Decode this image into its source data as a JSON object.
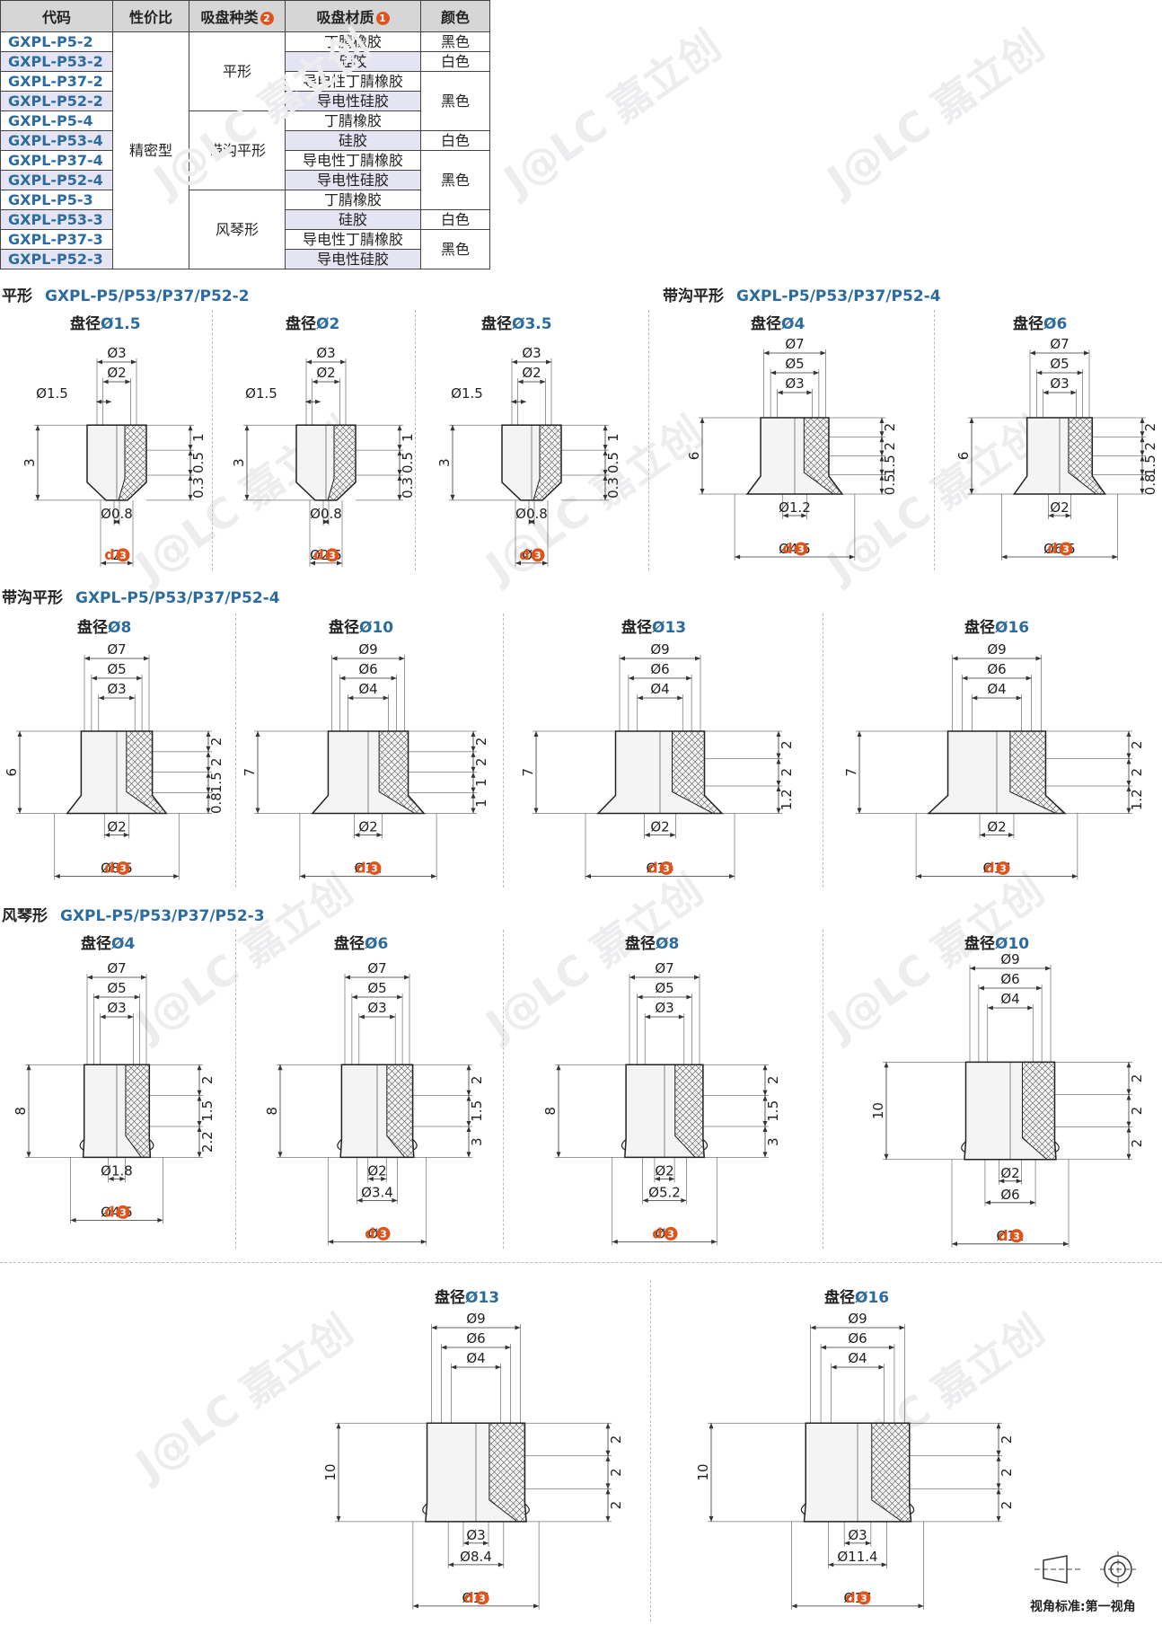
{
  "table": {
    "headers": [
      "代码",
      "性价比",
      "吸盘种类",
      "吸盘材质",
      "颜色"
    ],
    "header_badges": {
      "type": "2",
      "material": "1"
    },
    "rows": [
      {
        "code": "GXPL-P5-2",
        "material": "丁腈橡胶"
      },
      {
        "code": "GXPL-P53-2",
        "material": "硅胶"
      },
      {
        "code": "GXPL-P37-2",
        "material": "导电性丁腈橡胶"
      },
      {
        "code": "GXPL-P52-2",
        "material": "导电性硅胶"
      },
      {
        "code": "GXPL-P5-4",
        "material": "丁腈橡胶"
      },
      {
        "code": "GXPL-P53-4",
        "material": "硅胶"
      },
      {
        "code": "GXPL-P37-4",
        "material": "导电性丁腈橡胶"
      },
      {
        "code": "GXPL-P52-4",
        "material": "导电性硅胶"
      },
      {
        "code": "GXPL-P5-3",
        "material": "丁腈橡胶"
      },
      {
        "code": "GXPL-P53-3",
        "material": "硅胶"
      },
      {
        "code": "GXPL-P37-3",
        "material": "导电性丁腈橡胶"
      },
      {
        "code": "GXPL-P52-3",
        "material": "导电性硅胶"
      }
    ],
    "cost_performance": "精密型",
    "types": [
      "平形",
      "带沟平形",
      "风琴形"
    ],
    "colors": [
      "黑色",
      "白色",
      "黑色",
      "白色",
      "黑色",
      "白色",
      "黑色"
    ]
  },
  "sections": [
    {
      "name": "平形",
      "codes": "GXPL-P5/P53/P37/P52-2"
    },
    {
      "name": "带沟平形",
      "codes": "GXPL-P5/P53/P37/P52-4"
    },
    {
      "name": "带沟平形",
      "codes": "GXPL-P5/P53/P37/P52-4"
    },
    {
      "name": "风琴形",
      "codes": "GXPL-P5/P53/P37/P52-3"
    }
  ],
  "title_prefix": "盘径",
  "items": [
    {
      "d": "Ø1.5"
    },
    {
      "d": "Ø2"
    },
    {
      "d": "Ø3.5"
    },
    {
      "d": "Ø4"
    },
    {
      "d": "Ø6"
    },
    {
      "d": "Ø8"
    },
    {
      "d": "Ø10"
    },
    {
      "d": "Ø13"
    },
    {
      "d": "Ø16"
    },
    {
      "d": "Ø4"
    },
    {
      "d": "Ø6"
    },
    {
      "d": "Ø8"
    },
    {
      "d": "Ø10"
    },
    {
      "d": "Ø13"
    },
    {
      "d": "Ø16"
    }
  ],
  "diagrams": [
    {
      "top": [
        "Ø3",
        "Ø2"
      ],
      "side": [
        "Ø1.5"
      ],
      "left": [
        "3"
      ],
      "right": [
        "1",
        "0.5",
        "0.3"
      ],
      "bottom": [
        "Ø0.8",
        "2"
      ],
      "type": "flat"
    },
    {
      "top": [
        "Ø3",
        "Ø2"
      ],
      "side": [
        "Ø1.5"
      ],
      "left": [
        "3"
      ],
      "right": [
        "1",
        "0.5",
        "0.3"
      ],
      "bottom": [
        "Ø0.8",
        "Ø2.5"
      ],
      "type": "flat"
    },
    {
      "top": [
        "Ø3",
        "Ø2"
      ],
      "side": [
        "Ø1.5"
      ],
      "left": [
        "3"
      ],
      "right": [
        "1",
        "0.5",
        "0.3"
      ],
      "bottom": [
        "Ø0.8",
        "Ø4"
      ],
      "type": "flat"
    },
    {
      "top": [
        "Ø7",
        "Ø5",
        "Ø3"
      ],
      "side": [],
      "left": [
        "6"
      ],
      "right": [
        "2",
        "2",
        "1.5",
        "0.5"
      ],
      "bottom": [
        "Ø1.2",
        "Ø4.5"
      ],
      "type": "groove"
    },
    {
      "top": [
        "Ø7",
        "Ø5",
        "Ø3"
      ],
      "side": [],
      "left": [
        "6"
      ],
      "right": [
        "2",
        "2",
        "1.5",
        "0.8"
      ],
      "bottom": [
        "Ø2",
        "Ø6.5"
      ],
      "type": "groove"
    },
    {
      "top": [
        "Ø7",
        "Ø5",
        "Ø3"
      ],
      "side": [],
      "left": [
        "6"
      ],
      "right": [
        "2",
        "2",
        "1.5",
        "0.8"
      ],
      "bottom": [
        "Ø2",
        "Ø8.5"
      ],
      "type": "groove"
    },
    {
      "top": [
        "Ø9",
        "Ø6",
        "Ø4"
      ],
      "side": [],
      "left": [
        "7"
      ],
      "right": [
        "2",
        "2",
        "1",
        "1"
      ],
      "bottom": [
        "Ø2",
        "Ø11"
      ],
      "type": "groove"
    },
    {
      "top": [
        "Ø9",
        "Ø6",
        "Ø4"
      ],
      "side": [],
      "left": [
        "7"
      ],
      "right": [
        "2",
        "2",
        "1.2"
      ],
      "bottom": [
        "Ø2",
        "Ø14"
      ],
      "type": "groove"
    },
    {
      "top": [
        "Ø9",
        "Ø6",
        "Ø4"
      ],
      "side": [],
      "left": [
        "7"
      ],
      "right": [
        "2",
        "2",
        "1.2"
      ],
      "bottom": [
        "Ø2",
        "Ø17"
      ],
      "type": "groove"
    },
    {
      "top": [
        "Ø7",
        "Ø5",
        "Ø3"
      ],
      "side": [],
      "left": [
        "8"
      ],
      "right": [
        "2",
        "1.5",
        "2.2"
      ],
      "bottom": [
        "Ø1.8",
        "Ø4.5"
      ],
      "type": "bellows"
    },
    {
      "top": [
        "Ø7",
        "Ø5",
        "Ø3"
      ],
      "side": [],
      "left": [
        "8"
      ],
      "right": [
        "2",
        "1.5",
        "3"
      ],
      "bottom": [
        "Ø2",
        "Ø3.4",
        "Ø7"
      ],
      "type": "bellows"
    },
    {
      "top": [
        "Ø7",
        "Ø5",
        "Ø3"
      ],
      "side": [],
      "left": [
        "8"
      ],
      "right": [
        "2",
        "1.5",
        "3"
      ],
      "bottom": [
        "Ø2",
        "Ø5.2",
        "Ø9"
      ],
      "type": "bellows"
    },
    {
      "top": [
        "Ø9",
        "Ø6",
        "Ø4"
      ],
      "side": [],
      "left": [
        "10"
      ],
      "right": [
        "2",
        "2",
        "2"
      ],
      "bottom": [
        "Ø2",
        "Ø6",
        "Ø11"
      ],
      "type": "bellows2"
    },
    {
      "top": [
        "Ø9",
        "Ø6",
        "Ø4"
      ],
      "side": [],
      "left": [
        "10"
      ],
      "right": [
        "2",
        "2",
        "2"
      ],
      "bottom": [
        "Ø3",
        "Ø8.4",
        "Ø14"
      ],
      "type": "bellows2"
    },
    {
      "top": [
        "Ø9",
        "Ø6",
        "Ø4"
      ],
      "side": [],
      "left": [
        "10"
      ],
      "right": [
        "2",
        "2",
        "2"
      ],
      "bottom": [
        "Ø3",
        "Ø11.4",
        "Ø17"
      ],
      "type": "bellows2"
    }
  ],
  "d_label": "d",
  "d_badge": "3",
  "watermark": "嘉立创",
  "watermark_logo": "J@LC",
  "view_standard": "视角标准:第一视角"
}
